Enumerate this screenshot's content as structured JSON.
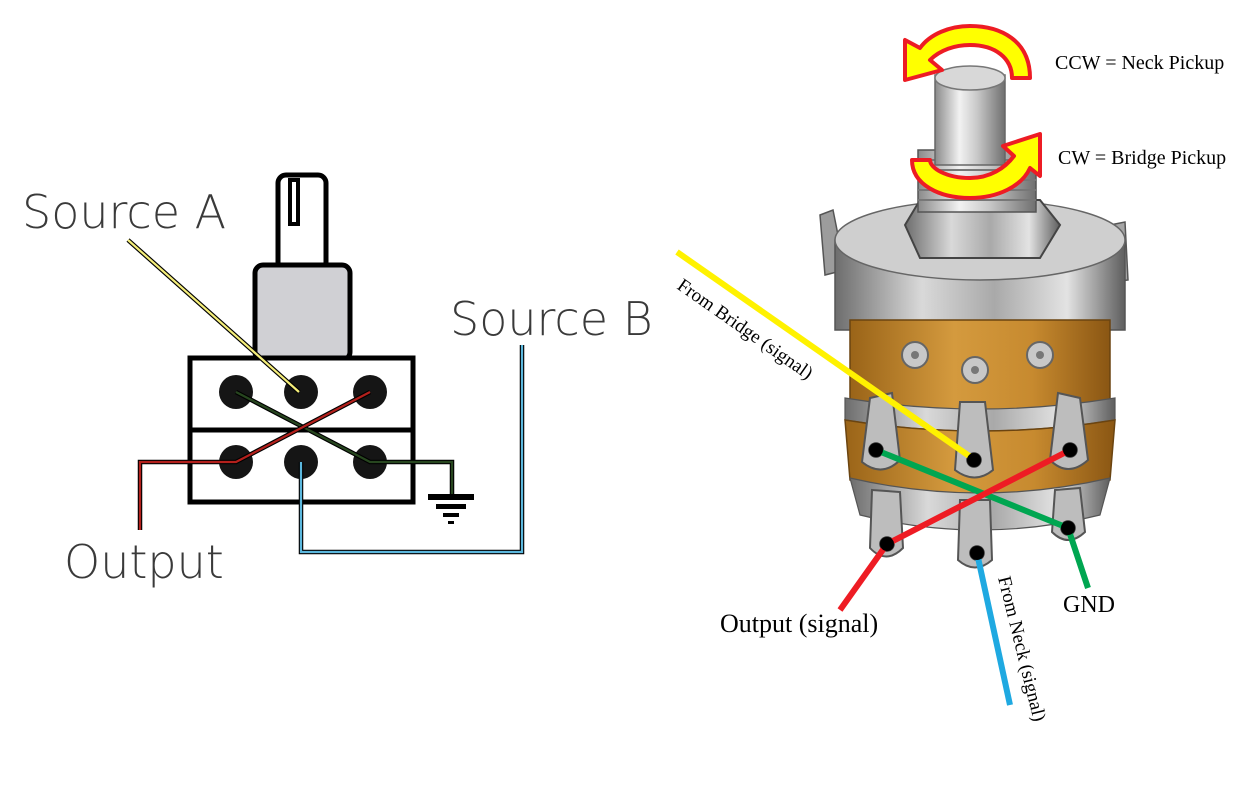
{
  "schematic": {
    "labels": {
      "source_a": "Source A",
      "source_b": "Source B",
      "output": "Output"
    },
    "wire_colors": {
      "source_a": "#f5ee7a",
      "source_b": "#5bb7dd",
      "output": "#b3201c",
      "ground": "#27461f"
    }
  },
  "photo": {
    "labels": {
      "ccw": "CCW = Neck Pickup",
      "cw": "CW = Bridge Pickup",
      "from_bridge": "From Bridge (signal)",
      "from_neck": "From Neck (signal)",
      "output": "Output (signal)",
      "gnd": "GND"
    },
    "wire_colors": {
      "bridge": "#fff200",
      "neck": "#1fa9e1",
      "output": "#ee1c24",
      "ground": "#00a651",
      "arrow_fill": "#ffff00",
      "arrow_outline": "#ed1c24"
    }
  }
}
